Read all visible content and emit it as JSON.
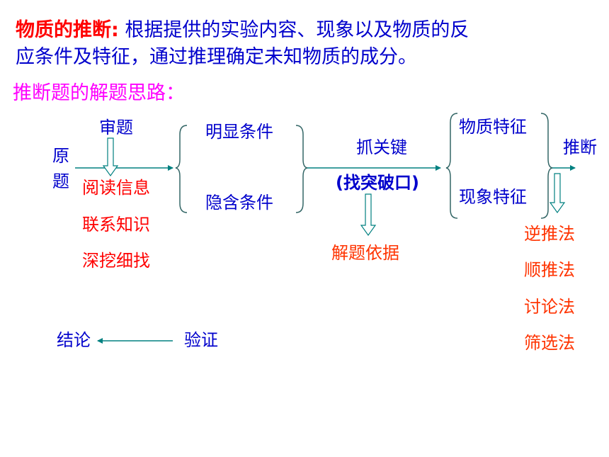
{
  "intro": {
    "head": "物质的推断:",
    "line1": " 根据提供的实验内容、现象以及物质的反",
    "line2": "应条件及特征，通过推理确定未知物质的成分。"
  },
  "subtitle": "推断题的解题思路：",
  "diagram": {
    "review": "审题",
    "original_1": "原",
    "original_2": "题",
    "steps": [
      "阅读信息",
      "联系知识",
      "深挖细找"
    ],
    "explicit": "明显条件",
    "implicit": "隐含条件",
    "key": "抓关键",
    "breakthrough": "(找突破口)",
    "basis": "解题依据",
    "feature_substance": "物质特征",
    "feature_phenomenon": "现象特征",
    "infer": "推断",
    "methods": [
      "逆推法",
      "顺推法",
      "讨论法",
      "筛选法"
    ],
    "conclusion": "结论",
    "verify": "验证"
  },
  "colors": {
    "blue": "#0000cc",
    "red": "#ff0000",
    "orange": "#ff3300",
    "pink": "#ff00ff",
    "teal": "#008080",
    "brace": "#336666"
  }
}
